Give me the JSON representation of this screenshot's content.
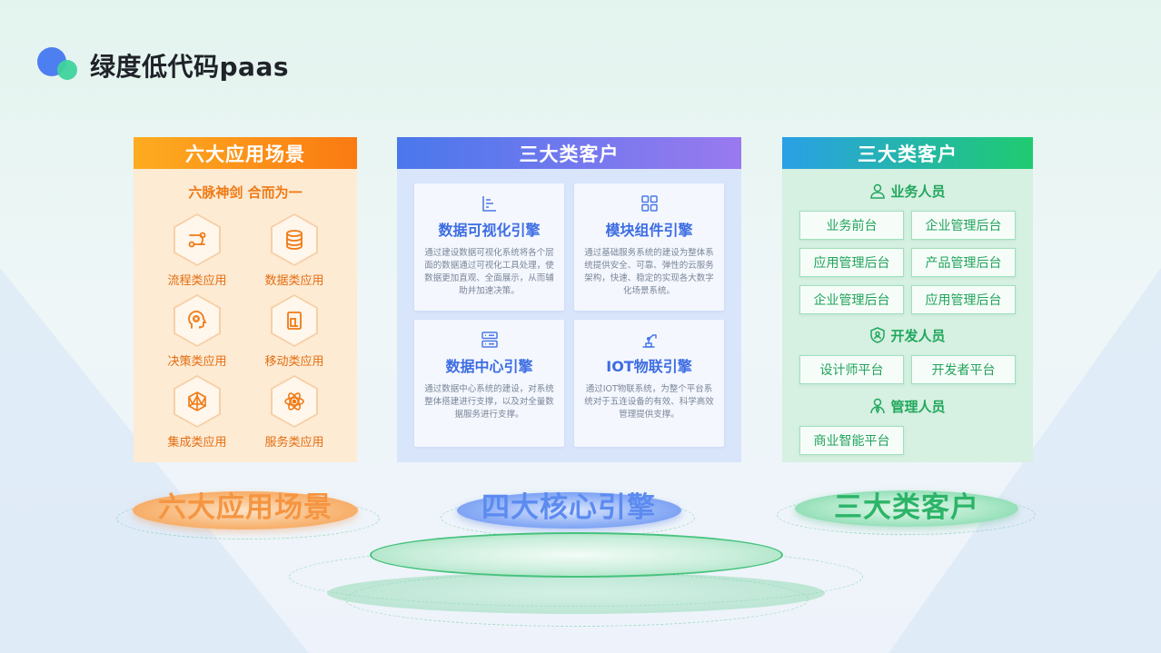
{
  "page": {
    "title": "绿度低代码paas"
  },
  "left_panel": {
    "header": "六大应用场景",
    "slogan": "六脉神剑 合而为一",
    "scenes": [
      {
        "label": "流程类应用",
        "icon": "flow-icon"
      },
      {
        "label": "数据类应用",
        "icon": "database-icon"
      },
      {
        "label": "决策类应用",
        "icon": "brain-icon"
      },
      {
        "label": "移动类应用",
        "icon": "mobile-icon"
      },
      {
        "label": "集成类应用",
        "icon": "integration-icon"
      },
      {
        "label": "服务类应用",
        "icon": "atom-icon"
      }
    ]
  },
  "middle_panel": {
    "header": "三大类客户",
    "engines": [
      {
        "title": "数据可视化引擎",
        "icon": "chart-list-icon",
        "desc": "通过建设数据可视化系统将各个层面的数据通过可视化工具处理，使数据更加直观、全面展示，从而辅助并加速决策。"
      },
      {
        "title": "模块组件引擎",
        "icon": "grid-icon",
        "desc": "通过基础服务系统的建设为整体系统提供安全、可靠、弹性的云服务架构，快速、稳定的实现各大数字化场景系统。"
      },
      {
        "title": "数据中心引擎",
        "icon": "server-icon",
        "desc": "通过数据中心系统的建设，对系统整体搭建进行支撑，以及对全量数据服务进行支撑。"
      },
      {
        "title": "IOT物联引擎",
        "icon": "robot-arm-icon",
        "desc": "通过IOT物联系统，为整个平台系统对于五连设备的有效、科学高效管理提供支撑。"
      }
    ]
  },
  "right_panel": {
    "header": "三大类客户",
    "groups": [
      {
        "role": "业务人员",
        "icon": "user-icon",
        "items": [
          "业务前台",
          "企业管理后台",
          "应用管理后台",
          "产品管理后台",
          "企业管理后台",
          "应用管理后台"
        ]
      },
      {
        "role": "开发人员",
        "icon": "shield-user-icon",
        "items": [
          "设计师平台",
          "开发者平台"
        ]
      },
      {
        "role": "管理人员",
        "icon": "manager-icon",
        "items": [
          "商业智能平台"
        ]
      }
    ]
  },
  "pedestals": {
    "left": "六大应用场景",
    "middle": "四大核心引擎",
    "right": "三大类客户"
  },
  "colors": {
    "orange": "#fa7a12",
    "blue": "#4978ec",
    "green": "#20a75c"
  }
}
